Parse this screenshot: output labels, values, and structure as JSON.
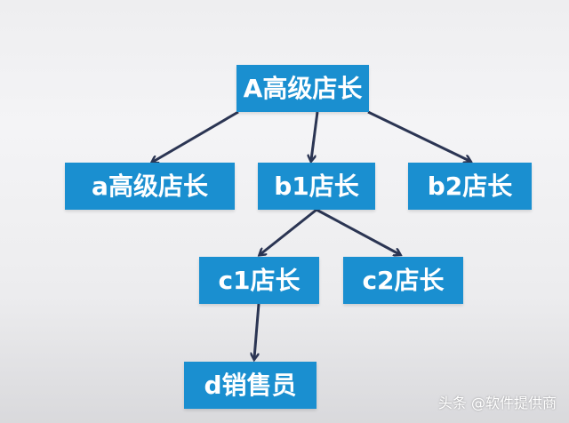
{
  "nodes": {
    "A": "A高级店长",
    "a": "a高级店长",
    "b1": "b1店长",
    "b2": "b2店长",
    "c1": "c1店长",
    "c2": "c2店长",
    "d": "d销售员"
  },
  "watermark": "头条 @软件提供商",
  "colors": {
    "node_fill": "#1a8fd0",
    "node_text": "#ffffff",
    "arrow": "#2b3553"
  }
}
